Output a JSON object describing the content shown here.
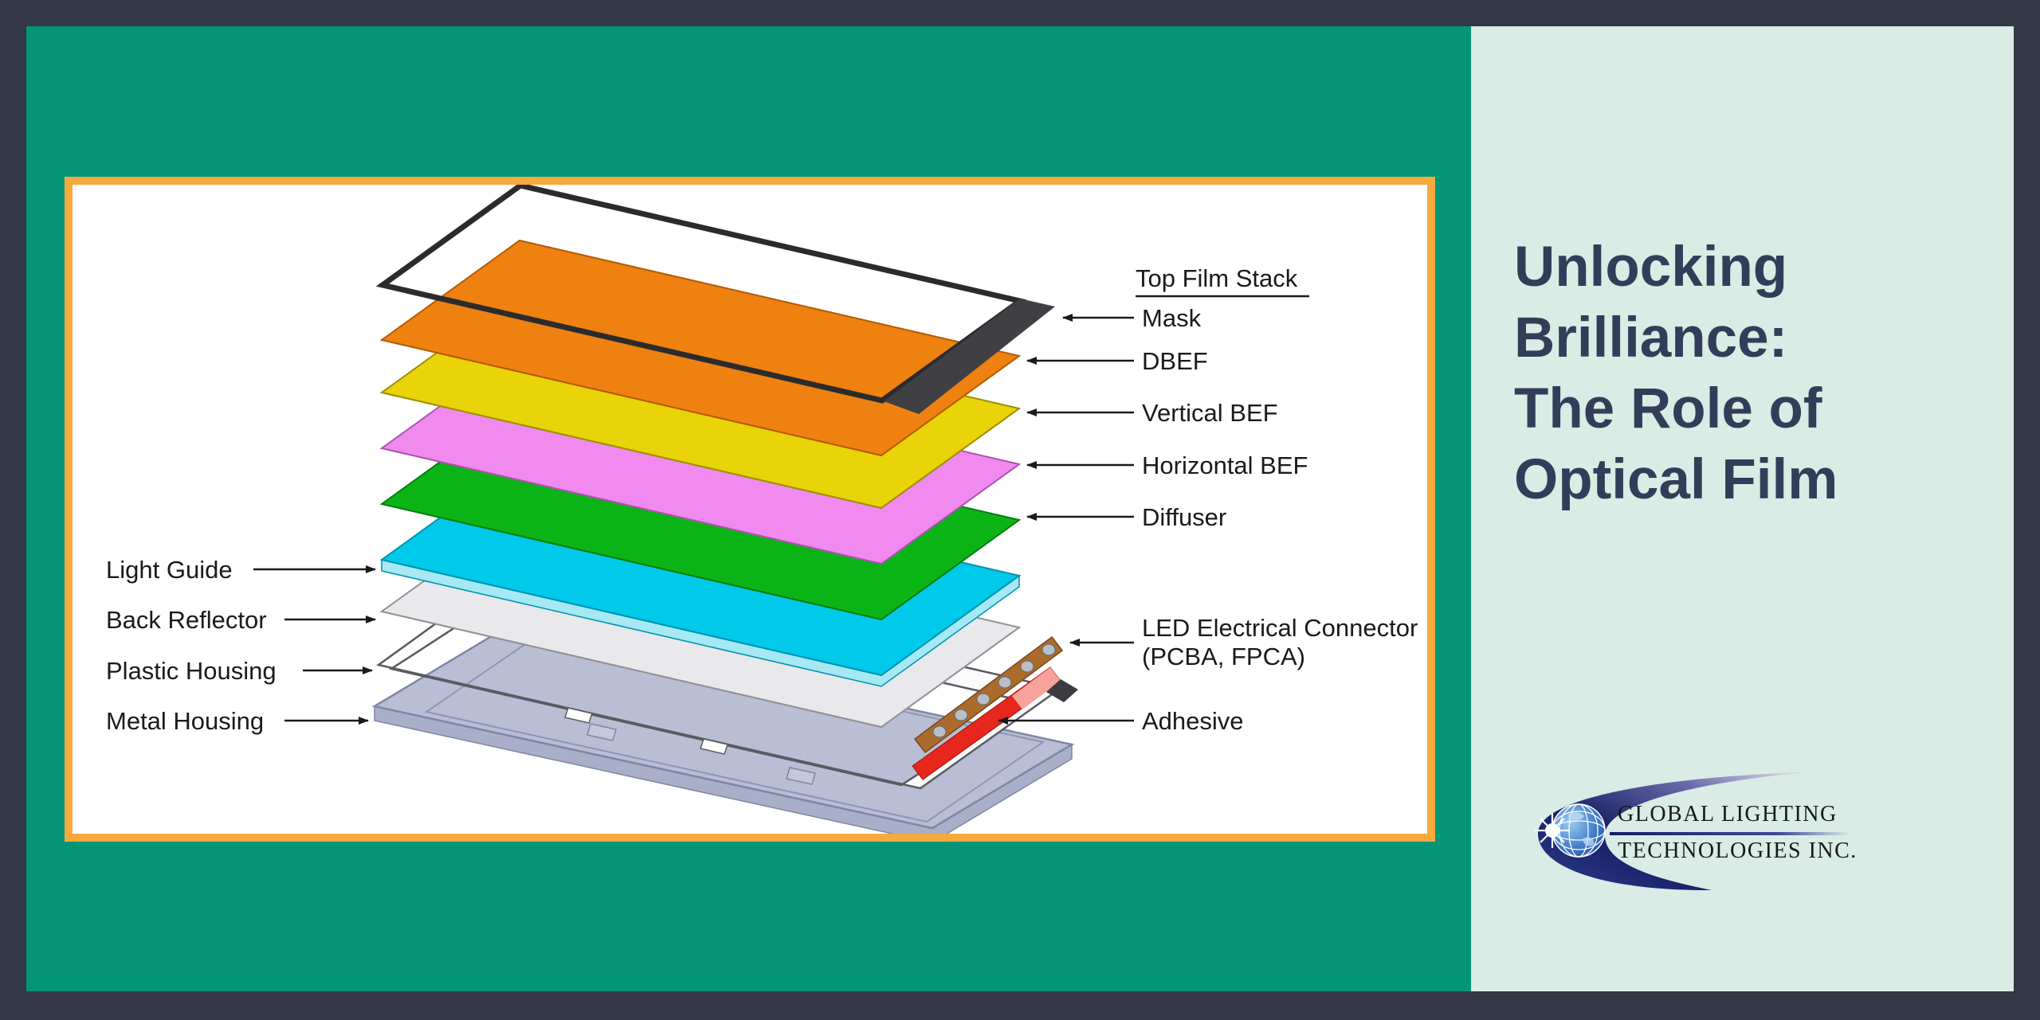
{
  "theme": {
    "frame_bg": "#343746",
    "green_bg": "#049577",
    "mint_bg": "#d9ece5",
    "box_bg": "#ffffff",
    "box_border": "#f6a93f",
    "title_color": "#323e59",
    "label_color": "#1a1a1a",
    "logo_text_color": "#151a17"
  },
  "diagram": {
    "heading": "Top Film Stack",
    "labels": {
      "mask": "Mask",
      "dbef": "DBEF",
      "vertical_bef": "Vertical BEF",
      "horizontal_bef": "Horizontal BEF",
      "diffuser": "Diffuser",
      "led_line1": "LED Electrical Connector",
      "led_line2": "(PCBA, FPCA)",
      "adhesive": "Adhesive",
      "light_guide": "Light Guide",
      "back_reflector": "Back Reflector",
      "plastic_housing": "Plastic Housing",
      "metal_housing": "Metal Housing"
    },
    "colors": {
      "mask_frame": "#2b2b2e",
      "mask_bar": "#3f3f44",
      "dbef": "#ef8111",
      "vertical_bef": "#e9d309",
      "horizontal_bef": "#f08aef",
      "diffuser": "#0ab416",
      "light_guide": "#00c9e9",
      "light_guide_edge": "#a5e9f4",
      "back_reflector": "#e9e9ec",
      "plastic_housing": "#fbfbfc",
      "metal_housing": "#b9bed5",
      "metal_housing_front": "#a9afc8",
      "adhesive": "#e5271d",
      "adhesive_tip": "#f7a29a",
      "connector": "#aa6b2d",
      "connector_pin": "#b9bfc6",
      "housing_tip": "#3c3c40"
    }
  },
  "title": {
    "lines": [
      "Unlocking",
      "Brilliance:",
      "The Role of",
      "Optical Film"
    ]
  },
  "logo": {
    "line1": "GLOBAL LIGHTING",
    "line2": "TECHNOLOGIES INC."
  }
}
